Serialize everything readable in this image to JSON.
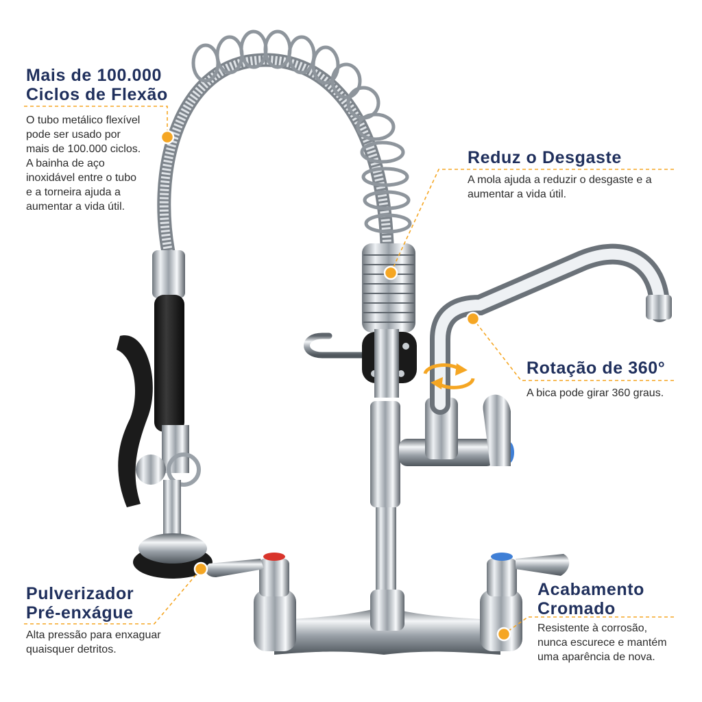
{
  "callouts": {
    "flex": {
      "title_line1": "Mais de 100.000",
      "title_line2": "Ciclos de Flexão",
      "desc_lines": [
        "O tubo metálico flexível",
        "pode ser usado por",
        "mais de 100.000 ciclos.",
        "A bainha de aço",
        "inoxidável entre o tubo",
        "e a torneira ajuda a",
        "aumentar a vida útil."
      ]
    },
    "wear": {
      "title": "Reduz o Desgaste",
      "desc_lines": [
        "A mola ajuda a reduzir o desgaste e a",
        "aumentar a vida útil."
      ]
    },
    "rotation": {
      "title": "Rotação de 360°",
      "desc": "A bica pode girar 360 graus."
    },
    "sprayer": {
      "title_line1": "Pulverizador",
      "title_line2": "Pré-enxágue",
      "desc_lines": [
        "Alta pressão para enxaguar",
        "quaisquer detritos."
      ]
    },
    "finish": {
      "title_line1": "Acabamento",
      "title_line2": "Cromado",
      "desc_lines": [
        "Resistente à corrosão,",
        "nunca escurece e mantém",
        "uma aparência de nova."
      ]
    }
  },
  "colors": {
    "title": "#1f2f5c",
    "accent": "#f5a623",
    "hot_indicator": "#d9342b",
    "cold_indicator": "#3f7fd6"
  }
}
